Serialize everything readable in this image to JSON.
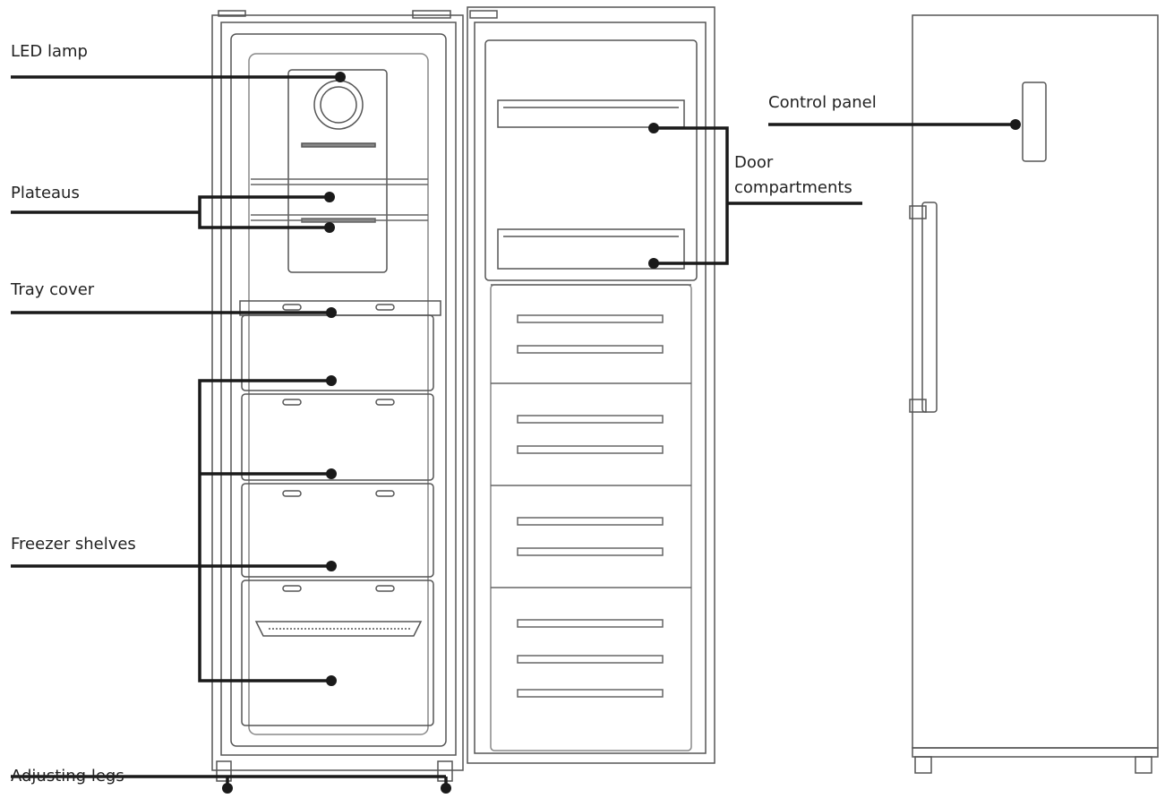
{
  "labels": {
    "led_lamp": "LED lamp",
    "plateaus": "Plateaus",
    "tray_cover": "Tray cover",
    "freezer_shelves": "Freezer shelves",
    "adjusting_legs": "Adjusting legs",
    "control_panel": "Control panel",
    "door_compartments_1": "Door",
    "door_compartments_2": "compartments"
  },
  "colors": {
    "ink": "#1a1a1a",
    "outline": "#555555",
    "faint": "#9a9a9a",
    "label": "#222222"
  }
}
